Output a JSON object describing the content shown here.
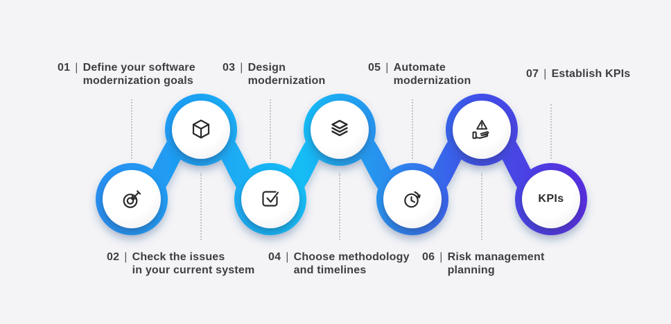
{
  "separator": "|",
  "steps": [
    {
      "number": "01",
      "text": "Define your software\nmodernization goals",
      "icon": "target-arrow-icon"
    },
    {
      "number": "02",
      "text": "Check the issues\nin your current system",
      "icon": "cube-icon"
    },
    {
      "number": "03",
      "text": "Design\nmodernization",
      "icon": "checkbox-check-icon"
    },
    {
      "number": "04",
      "text": "Choose methodology\nand timelines",
      "icon": "layers-icon"
    },
    {
      "number": "05",
      "text": "Automate\nmodernization",
      "icon": "clock-arrow-icon"
    },
    {
      "number": "06",
      "text": "Risk management\nplanning",
      "icon": "hand-warning-icon"
    },
    {
      "number": "07",
      "text": "Establish KPIs",
      "icon": "kpis-badge",
      "badge": "KPIs"
    }
  ],
  "colors": {
    "chain_gradient": [
      "#2A8EF0",
      "#1E9EF3",
      "#16BDF5",
      "#2990EE",
      "#3E53E8",
      "#5A2BDE"
    ],
    "text": "#3E3E40",
    "icon": "#2B2B2B",
    "background": "#F4F4F6",
    "dotted_line": "#C2C2C7"
  }
}
